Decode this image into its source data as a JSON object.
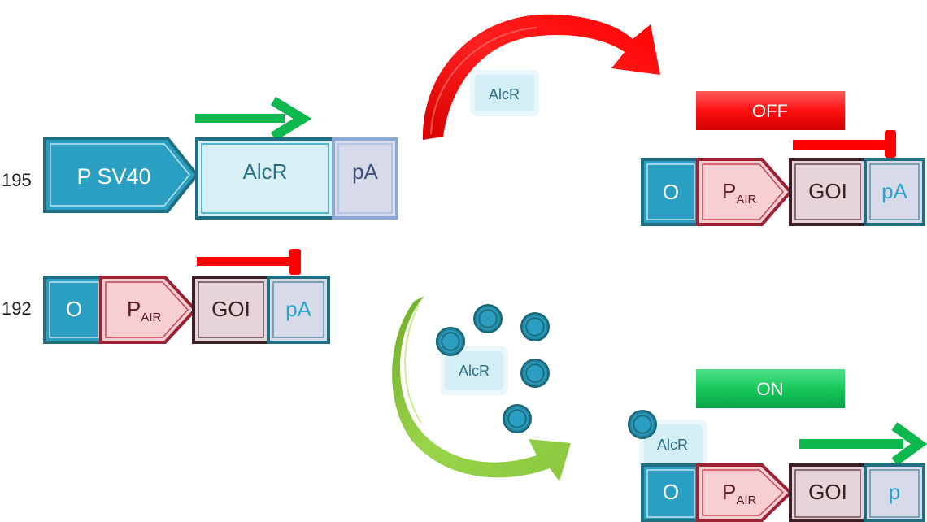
{
  "labels": {
    "row195": "195",
    "row192": "192"
  },
  "construct195": {
    "promoter": "P SV40",
    "gene": "AlcR",
    "polyA": "pA"
  },
  "construct192": {
    "operator": "O",
    "promoter_main": "P",
    "promoter_sub": "AIR",
    "gene": "GOI",
    "polyA": "pA"
  },
  "off_state": {
    "banner": "OFF",
    "protein": "AlcR",
    "operator": "O",
    "promoter_main": "P",
    "promoter_sub": "AIR",
    "gene": "GOI",
    "polyA": "pA"
  },
  "on_state": {
    "banner": "ON",
    "protein": "AlcR",
    "operator": "O",
    "promoter_main": "P",
    "promoter_sub": "AIR",
    "gene": "GOI",
    "polyA": "p"
  },
  "middle_protein": "AlcR",
  "colors": {
    "teal": "#2b9fc1",
    "teal_border": "#1f6f80",
    "light_blue": "#d8f0f6",
    "lavender": "#d7dbe9",
    "pink": "#f7cfd3",
    "dark_red": "#9b2333",
    "mauve": "#e5d4d8",
    "dark_brown": "#3c1f25",
    "red": "#ff0000",
    "green": "#0fb84f",
    "lime": "#8ac83f"
  }
}
